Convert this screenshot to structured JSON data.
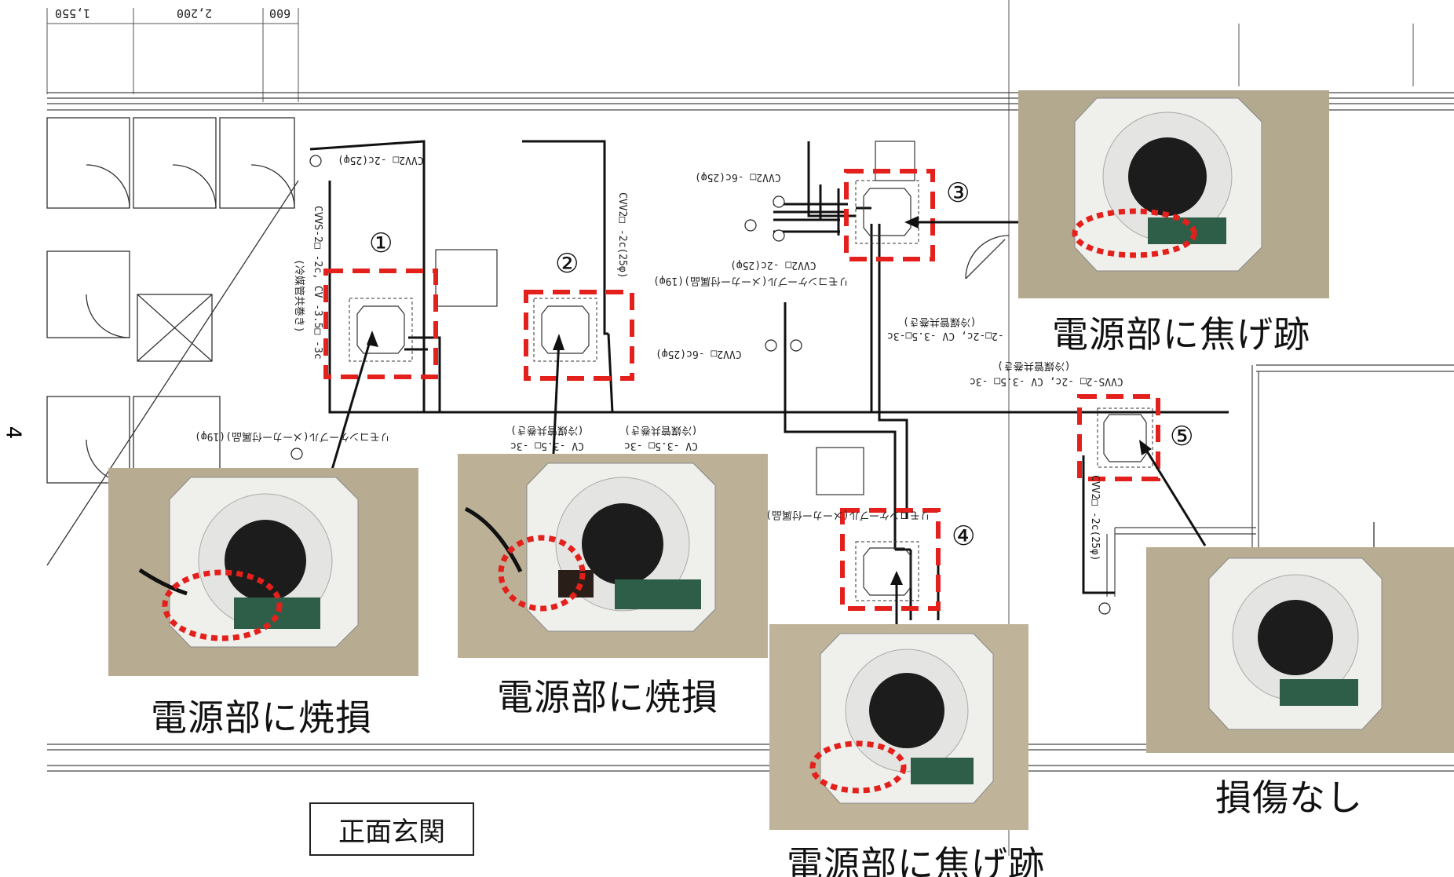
{
  "page_number": "4",
  "dimensions": [
    "1,550",
    "2,200",
    "600"
  ],
  "entrance_label": "正面玄関",
  "units": [
    {
      "number": "①",
      "label": "電源部に焼損"
    },
    {
      "number": "②",
      "label": "電源部に焼損"
    },
    {
      "number": "③",
      "label": "電源部に焦げ跡"
    },
    {
      "number": "④",
      "label": "電源部に焦げ跡"
    },
    {
      "number": "⑤",
      "label": "損傷なし"
    }
  ],
  "cable_labels": [
    "CVV2□ -2c(25φ)",
    "CVV2□ -6c(25φ)",
    "CVV2□ -2c(25φ)",
    "リモコンケーブル(メーカー付属品)(19φ)",
    "CVV2□ -6c(25φ)",
    "-2□-2c, CV -3.5□-3c",
    "(冷媒管共巻き)",
    "CVVS-2□ -2c, CV -3.5□ -3c",
    "(冷媒管共巻き)",
    "リモコンケーブル(メーカー付属品)(19φ)",
    "(冷媒管共巻き)",
    "CV -3.5□ -3c",
    "CV -3.5□ -3c",
    "(冷媒管共巻き)",
    "CVVS-2□ -2c, CV -3.5□ -3c",
    "(冷媒管共巻き)",
    "CVV2□ -2c(25φ)",
    "CVV2□ -2c(25φ)",
    "リモコンケーブル(メーカー付属品)"
  ],
  "colors": {
    "highlight_red": "#e3201b",
    "line": "#111111",
    "photo_bg": "#b9ad93",
    "panel_white": "#f2f2ef"
  }
}
